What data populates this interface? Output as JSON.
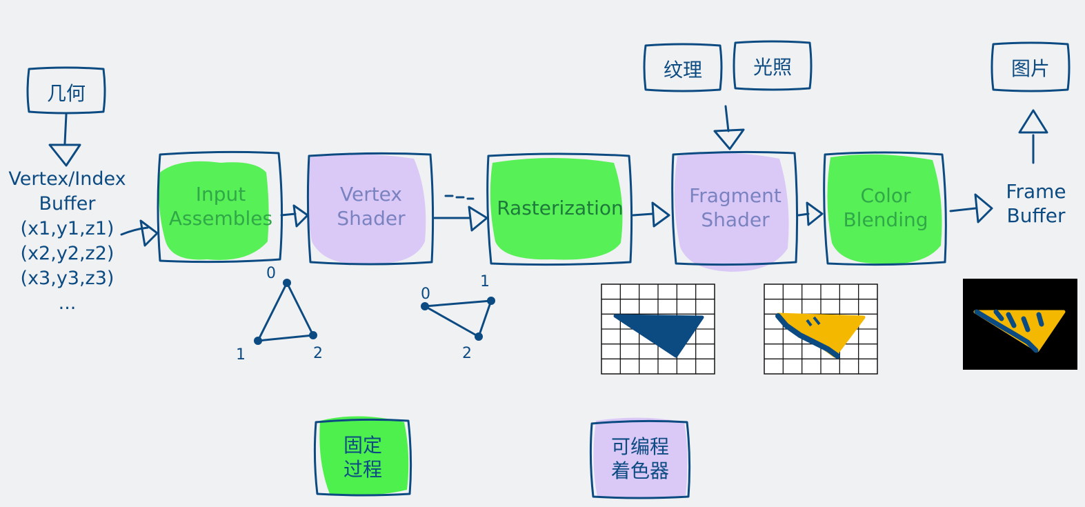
{
  "inputs": {
    "geometry": "几何",
    "texture": "纹理",
    "lighting": "光照",
    "image": "图片"
  },
  "vertex_buffer": {
    "title_line1": "Vertex/Index",
    "title_line2": "Buffer",
    "rows": [
      "(x1,y1,z1)",
      "(x2,y2,z2)",
      "(x3,y3,z3)",
      "..."
    ]
  },
  "stages": [
    {
      "line1": "Input",
      "line2": "Assembles",
      "kind": "fixed"
    },
    {
      "line1": "Vertex",
      "line2": "Shader",
      "kind": "programmable"
    },
    {
      "line1": "Rasterization",
      "line2": "",
      "kind": "fixed"
    },
    {
      "line1": "Fragment",
      "line2": "Shader",
      "kind": "programmable"
    },
    {
      "line1": "Color",
      "line2": "Blending",
      "kind": "fixed"
    }
  ],
  "frame_buffer": {
    "line1": "Frame",
    "line2": "Buffer"
  },
  "triangle_labels": {
    "input": [
      "0",
      "1",
      "2"
    ],
    "vertex": [
      "0",
      "1",
      "2"
    ]
  },
  "legend": {
    "fixed_line1": "固定",
    "fixed_line2": "过程",
    "prog_line1": "可编程",
    "prog_line2": "着色器"
  },
  "colors": {
    "ink": "#0c4a82",
    "fixed_highlight": "#3cf03c",
    "programmable_highlight": "#d7c4f7",
    "fill_yellow": "#f5b800",
    "background": "#f0f1f2"
  }
}
